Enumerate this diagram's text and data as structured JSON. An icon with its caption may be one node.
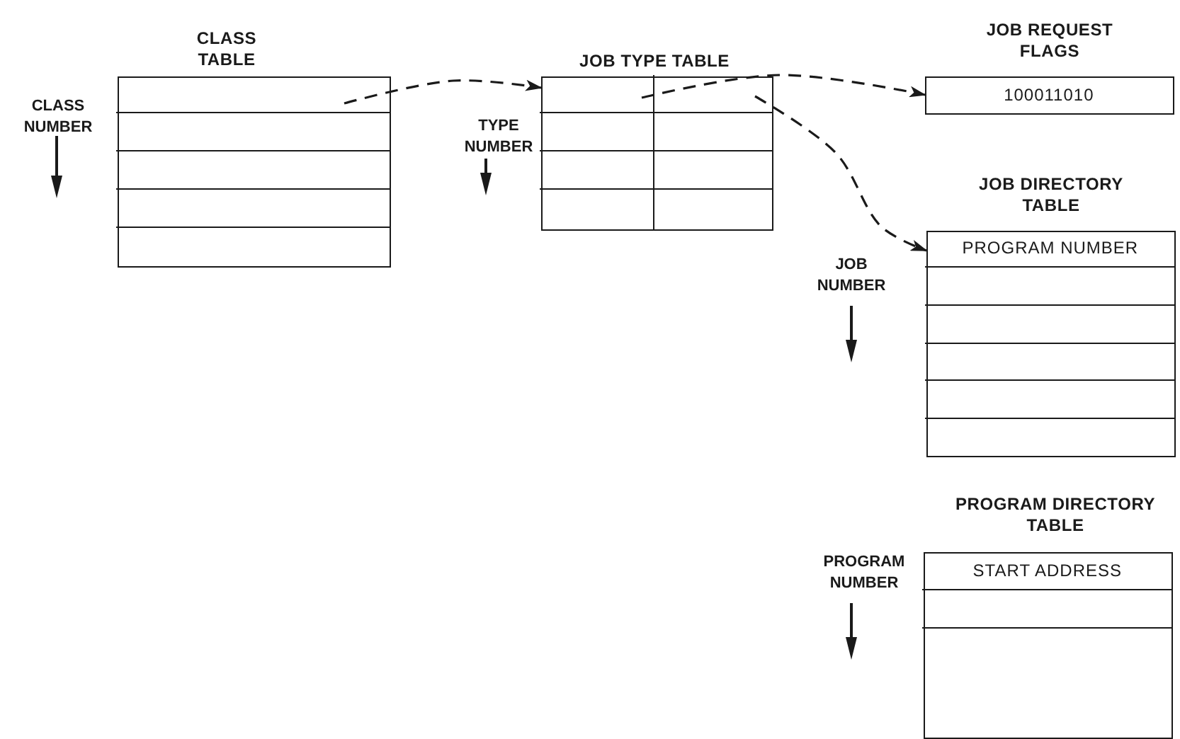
{
  "diagram": {
    "nodes": [
      {
        "text": [
          "CLASS TABLE"
        ]
      },
      {
        "text": [
          "JOB TYPE TABLE"
        ]
      },
      {
        "text": [
          "JOB REQUEST FLAGS",
          "100011010"
        ]
      },
      {
        "text": [
          "JOB DIRECTORY TABLE",
          "PROGRAM NUMBER"
        ]
      },
      {
        "text": [
          "PROGRAM DIRECTORY TABLE",
          "START ADDRESS"
        ]
      }
    ],
    "edges": [
      {
        "from": 0,
        "to": 1,
        "arrow": "to",
        "style": "dashed"
      },
      {
        "from": 1,
        "to": 2,
        "arrow": "to",
        "style": "dashed"
      },
      {
        "from": 1,
        "to": 3,
        "arrow": "to",
        "style": "dashed"
      }
    ],
    "labels": [
      "CLASS NUMBER",
      "TYPE NUMBER",
      "JOB NUMBER",
      "PROGRAM NUMBER"
    ]
  }
}
